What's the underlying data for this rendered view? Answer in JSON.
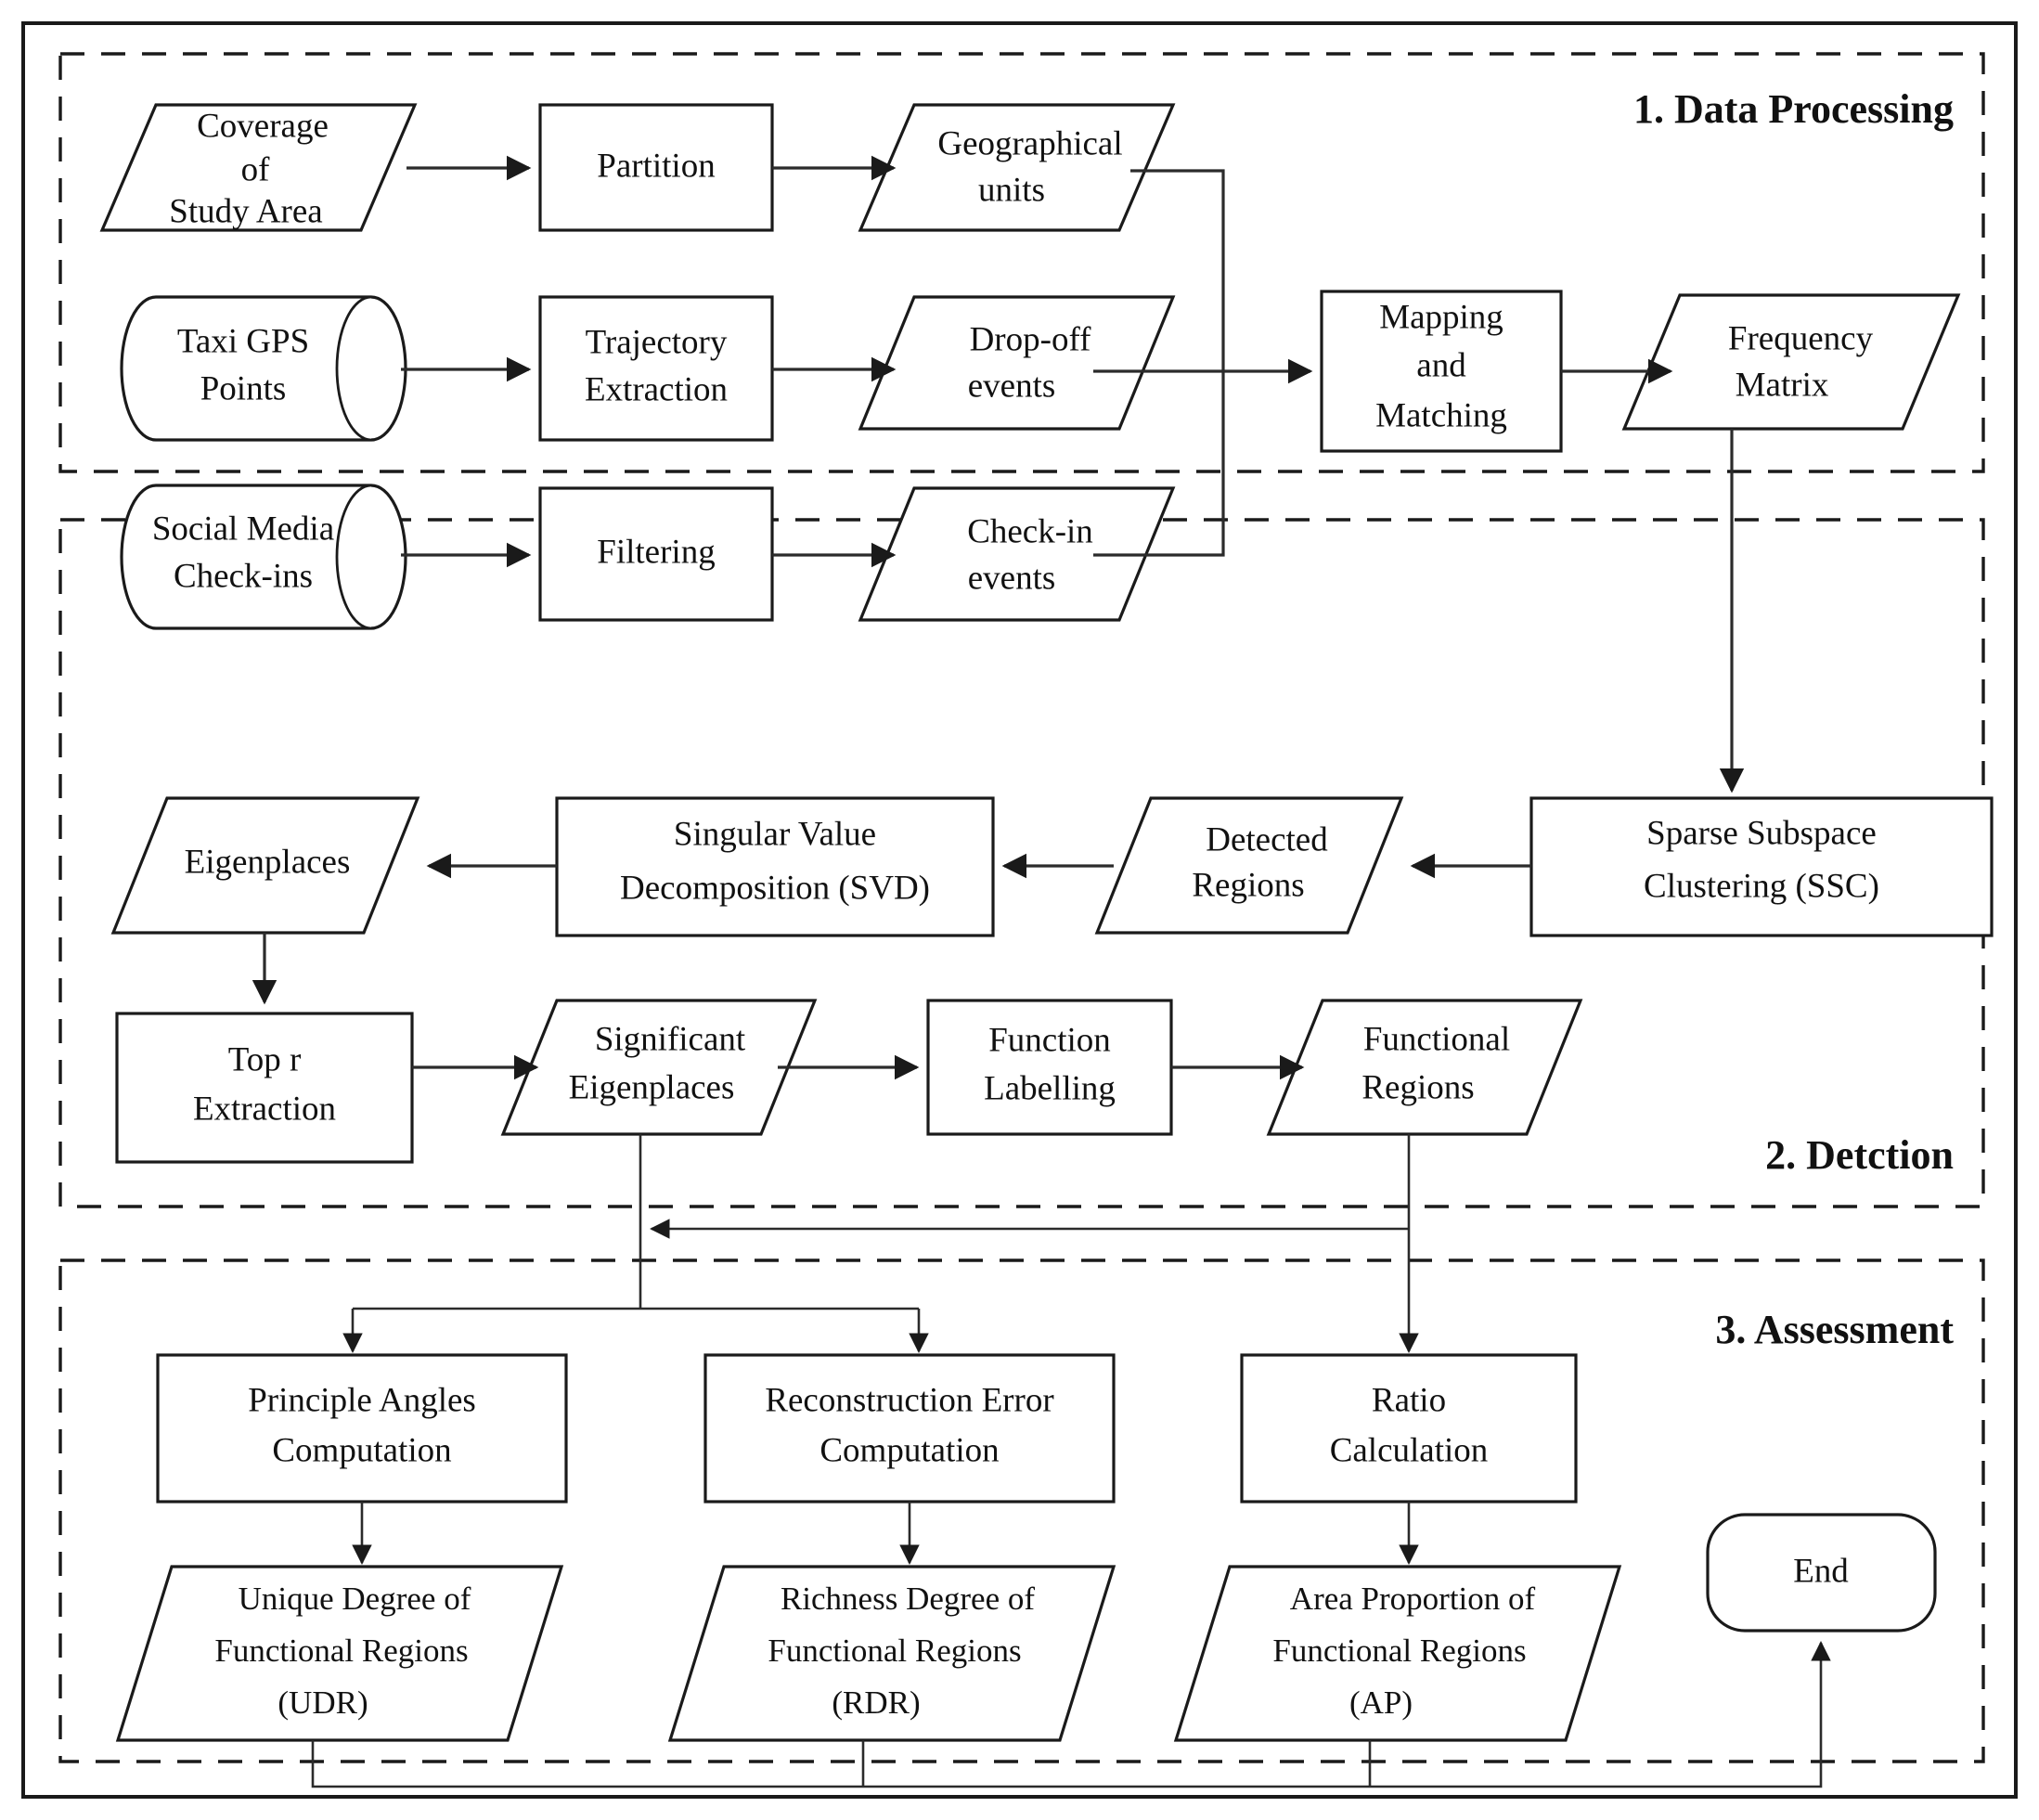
{
  "diagram": {
    "title": "Functional Region Detection Workflow",
    "background": "#ffffff",
    "line_color": "#1a1a1a"
  },
  "sections": [
    {
      "id": "data-processing",
      "label": "1. Data Processing"
    },
    {
      "id": "detection",
      "label": "2. Detction"
    },
    {
      "id": "assessment",
      "label": "3. Assessment"
    }
  ],
  "nodes": {
    "coverage": {
      "label_lines": [
        "Coverage",
        "of",
        "Study Area"
      ],
      "shape": "parallelogram"
    },
    "partition": {
      "label_lines": [
        "Partition"
      ],
      "shape": "rectangle"
    },
    "geo_units": {
      "label_lines": [
        "Geographical",
        "units"
      ],
      "shape": "parallelogram"
    },
    "taxi_gps": {
      "label_lines": [
        "Taxi GPS",
        "Points"
      ],
      "shape": "cylinder"
    },
    "traj_extract": {
      "label_lines": [
        "Trajectory",
        "Extraction"
      ],
      "shape": "rectangle"
    },
    "dropoff": {
      "label_lines": [
        "Drop-off",
        "events"
      ],
      "shape": "parallelogram"
    },
    "social_media": {
      "label_lines": [
        "Social Media",
        "Check-ins"
      ],
      "shape": "cylinder"
    },
    "filtering": {
      "label_lines": [
        "Filtering"
      ],
      "shape": "rectangle"
    },
    "checkin": {
      "label_lines": [
        "Check-in",
        "events"
      ],
      "shape": "parallelogram"
    },
    "mapping": {
      "label_lines": [
        "Mapping",
        "and",
        "Matching"
      ],
      "shape": "rectangle"
    },
    "freq_matrix": {
      "label_lines": [
        "Frequency",
        "Matrix"
      ],
      "shape": "parallelogram"
    },
    "ssc": {
      "label_lines": [
        "Sparse Subspace",
        "Clustering (SSC)"
      ],
      "shape": "rectangle"
    },
    "detected": {
      "label_lines": [
        "Detected",
        "Regions"
      ],
      "shape": "parallelogram"
    },
    "svd": {
      "label_lines": [
        "Singular Value",
        "Decomposition  (SVD)"
      ],
      "shape": "rectangle"
    },
    "eigenplaces": {
      "label_lines": [
        "Eigenplaces"
      ],
      "shape": "parallelogram"
    },
    "topr": {
      "label_lines": [
        "Top r",
        "Extraction"
      ],
      "shape": "rectangle"
    },
    "signif_eigen": {
      "label_lines": [
        "Significant",
        "Eigenplaces"
      ],
      "shape": "parallelogram"
    },
    "func_label": {
      "label_lines": [
        "Function",
        "Labelling"
      ],
      "shape": "rectangle"
    },
    "func_regions": {
      "label_lines": [
        "Functional",
        "Regions"
      ],
      "shape": "parallelogram"
    },
    "princ_angles": {
      "label_lines": [
        "Principle Angles",
        "Computation"
      ],
      "shape": "rectangle"
    },
    "recon_error": {
      "label_lines": [
        "Reconstruction Error",
        "Computation"
      ],
      "shape": "rectangle"
    },
    "ratio_calc": {
      "label_lines": [
        "Ratio",
        "Calculation"
      ],
      "shape": "rectangle"
    },
    "udr": {
      "label_lines": [
        "Unique Degree of",
        "Functional Regions",
        "(UDR)"
      ],
      "shape": "parallelogram"
    },
    "rdr": {
      "label_lines": [
        "Richness Degree of",
        "Functional Regions",
        "(RDR)"
      ],
      "shape": "parallelogram"
    },
    "ap": {
      "label_lines": [
        "Area Proportion of",
        "Functional Regions",
        "(AP)"
      ],
      "shape": "parallelogram"
    },
    "end": {
      "label_lines": [
        "End"
      ],
      "shape": "rounded"
    }
  }
}
